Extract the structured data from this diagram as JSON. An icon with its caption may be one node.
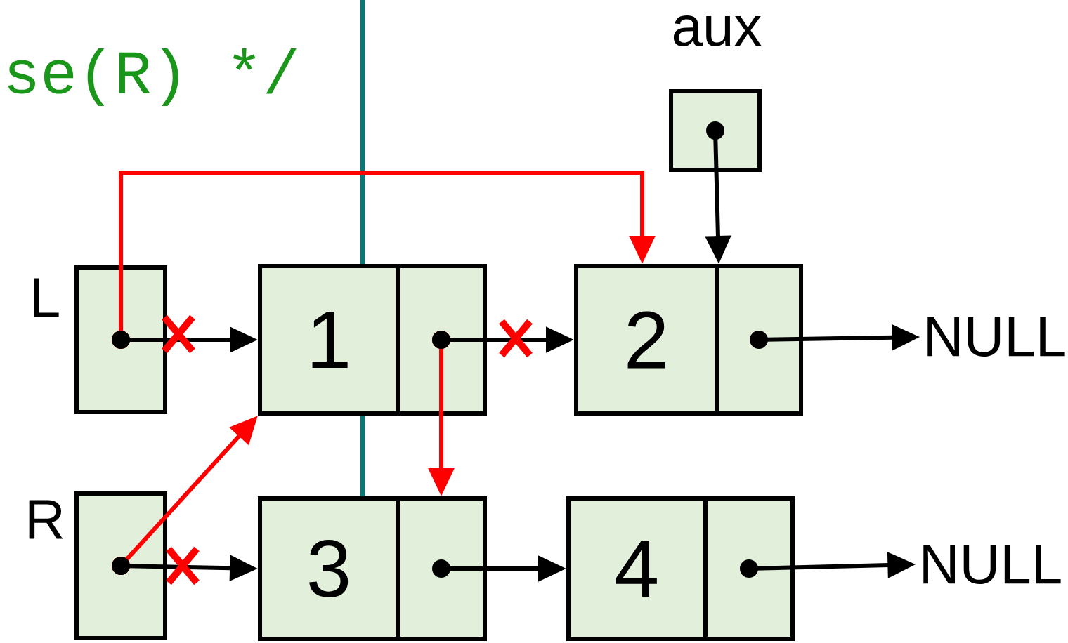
{
  "diagram": {
    "nodes": [
      {
        "text": [
          "aux"
        ]
      },
      {
        "text": [
          "L"
        ]
      },
      {
        "text": [
          "1"
        ]
      },
      {
        "text": [],
        "shape": "box"
      },
      {
        "text": [
          "2"
        ]
      },
      {
        "text": [],
        "shape": "box"
      },
      {
        "text": [
          "NULL"
        ]
      },
      {
        "text": [
          "R"
        ]
      },
      {
        "text": [
          "3"
        ]
      },
      {
        "text": [],
        "shape": "box"
      },
      {
        "text": [
          "4"
        ]
      },
      {
        "text": [],
        "shape": "box"
      },
      {
        "text": [
          "NULL"
        ]
      }
    ],
    "edges": [
      {
        "from": 0,
        "to": 4,
        "arrow": "to"
      },
      {
        "from": 1,
        "to": 2,
        "arrow": "to"
      },
      {
        "from": 1,
        "to": 4,
        "arrow": "to",
        "color": "#ff0000"
      },
      {
        "from": 3,
        "to": 4,
        "arrow": "to"
      },
      {
        "from": 3,
        "to": 9,
        "arrow": "to",
        "color": "#ff0000"
      },
      {
        "from": 5,
        "to": 6,
        "arrow": "to"
      },
      {
        "from": 7,
        "to": 2,
        "arrow": "to",
        "color": "#ff0000"
      },
      {
        "from": 7,
        "to": 8,
        "arrow": "to"
      },
      {
        "from": 9,
        "to": 10,
        "arrow": "to"
      },
      {
        "from": 11,
        "to": 12,
        "arrow": "to"
      }
    ],
    "labels": [
      "se(R) */"
    ]
  }
}
